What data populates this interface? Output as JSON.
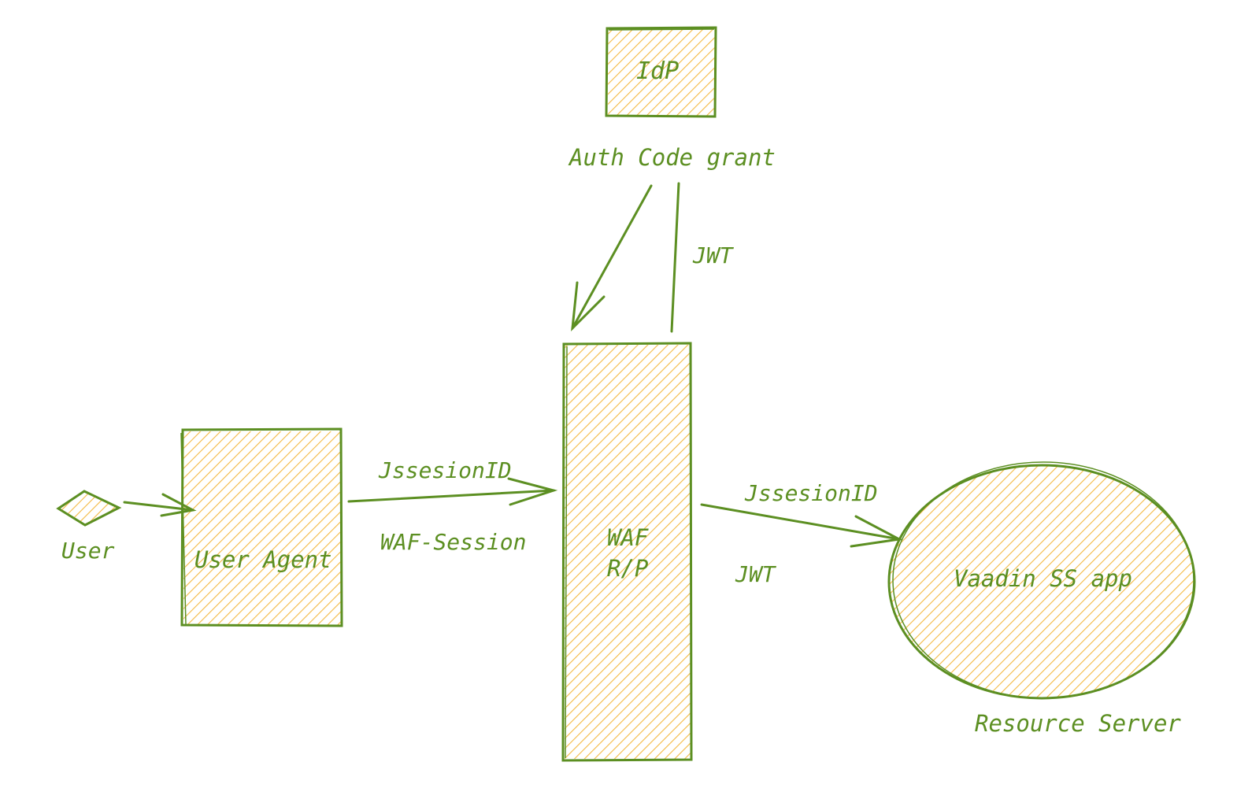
{
  "colors": {
    "stroke": "#5c8f22",
    "hatch": "#f4b942"
  },
  "nodes": {
    "idp": {
      "label": "IdP"
    },
    "user": {
      "label": "User"
    },
    "user_agent": {
      "label": "User Agent"
    },
    "waf": {
      "label_line1": "WAF",
      "label_line2": "R/P"
    },
    "vaadin": {
      "label": "Vaadin SS app"
    }
  },
  "labels": {
    "auth_code_grant": "Auth Code grant",
    "jwt_top": "JWT",
    "jsessionid_left": "JssesionID",
    "waf_session": "WAF-Session",
    "jsessionid_right": "JssesionID",
    "jwt_right": "JWT",
    "resource_server": "Resource Server"
  }
}
